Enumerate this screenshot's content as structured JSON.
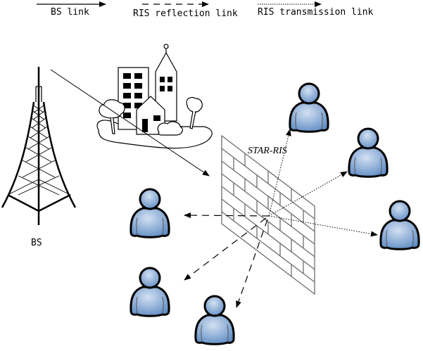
{
  "legend": {
    "items": [
      {
        "label": "BS link",
        "style": "solid"
      },
      {
        "label": "RIS reflection link",
        "style": "dashed"
      },
      {
        "label": "RIS transmission link",
        "style": "dotted"
      }
    ]
  },
  "nodes": {
    "bs_label": "BS",
    "ris_label": "STAR-RIS"
  },
  "colors": {
    "user_fill_light": "#c6d6ec",
    "user_fill_dark": "#5f8cc4",
    "line": "#000000",
    "ris_line": "#6e6e6e"
  },
  "users": {
    "reflection": [
      "user-reflect-1",
      "user-reflect-2",
      "user-reflect-3"
    ],
    "transmission": [
      "user-transmit-1",
      "user-transmit-2",
      "user-transmit-3"
    ]
  }
}
